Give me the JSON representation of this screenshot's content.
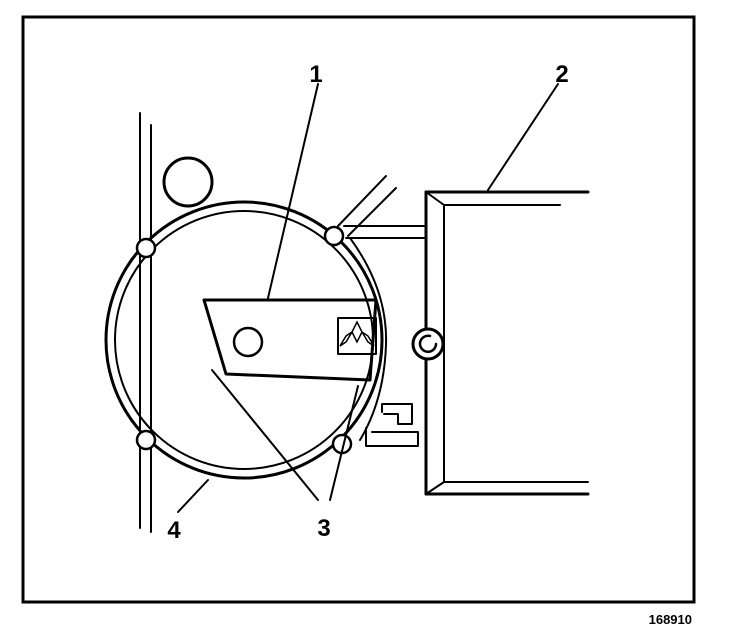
{
  "callouts": {
    "c1": "1",
    "c2": "2",
    "c3": "3",
    "c4": "4"
  },
  "figure_id": "168910",
  "colors": {
    "ink": "#000000",
    "paper": "#ffffff"
  },
  "icons": {
    "emblem": "three-diamond-emblem-icon"
  }
}
